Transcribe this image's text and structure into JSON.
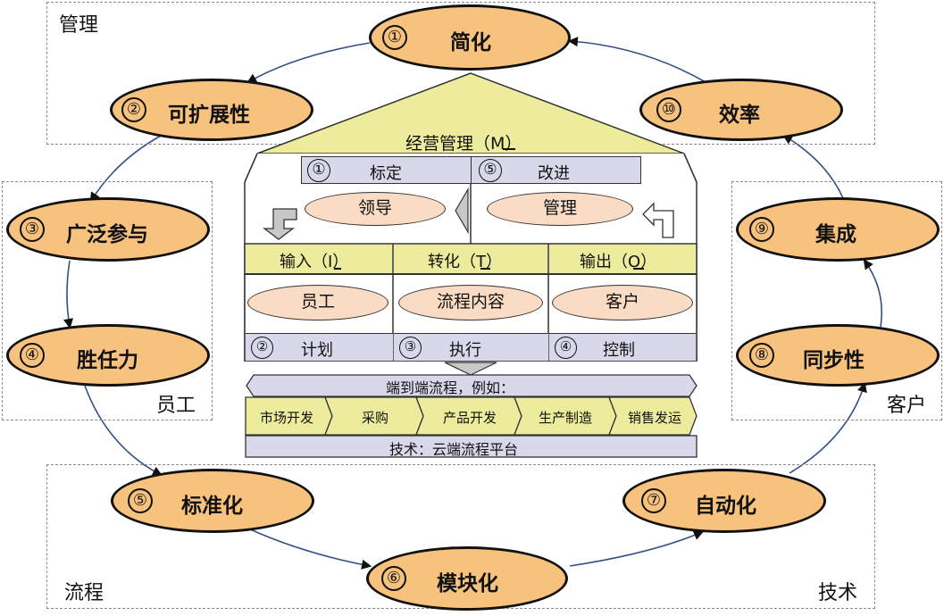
{
  "groups": {
    "management": "管理",
    "staff": "员工",
    "customer": "客户",
    "process": "流程",
    "technology": "技术"
  },
  "cycle": [
    {
      "num": "①",
      "label": "简化"
    },
    {
      "num": "②",
      "label": "可扩展性"
    },
    {
      "num": "③",
      "label": "广泛参与"
    },
    {
      "num": "④",
      "label": "胜任力"
    },
    {
      "num": "⑤",
      "label": "标准化"
    },
    {
      "num": "⑥",
      "label": "模块化"
    },
    {
      "num": "⑦",
      "label": "自动化"
    },
    {
      "num": "⑧",
      "label": "同步性"
    },
    {
      "num": "⑨",
      "label": "集成"
    },
    {
      "num": "⑩",
      "label": "效率"
    }
  ],
  "house": {
    "roof_title": "经营管理（M）",
    "roof_title_letter": "M",
    "calibrate": {
      "num": "①",
      "label": "标定"
    },
    "improve": {
      "num": "⑤",
      "label": "改进"
    },
    "lead": "领导",
    "manage": "管理",
    "columns": [
      {
        "header": "输入（I）",
        "letter": "I",
        "item": "员工",
        "num": "②",
        "footer": "计划"
      },
      {
        "header": "转化（T）",
        "letter": "T",
        "item": "流程内容",
        "num": "③",
        "footer": "执行"
      },
      {
        "header": "输出（O）",
        "letter": "O",
        "item": "客户",
        "num": "④",
        "footer": "控制"
      }
    ],
    "e2e_title": "端到端流程，例如：",
    "steps": [
      "市场开发",
      "采购",
      "产品开发",
      "生产制造",
      "销售发运"
    ],
    "tech_platform": "技术：云端流程平台"
  },
  "colors": {
    "node_fill": "#f6c27e",
    "roof_fill": "#ecec9c",
    "header_fill": "#d8d8ea",
    "pill_fill": "#f9dcc3",
    "arrow_line": "#34508a"
  }
}
